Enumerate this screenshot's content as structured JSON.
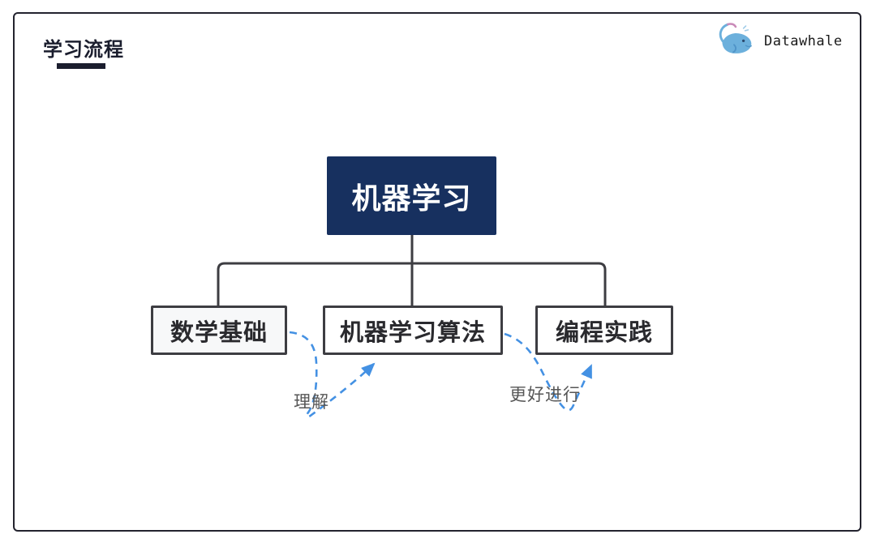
{
  "page": {
    "title": "学习流程",
    "brand": {
      "name": "Datawhale",
      "logo_icon": "whale-icon"
    }
  },
  "diagram": {
    "root": {
      "label": "机器学习"
    },
    "children": [
      {
        "label": "数学基础"
      },
      {
        "label": "机器学习算法"
      },
      {
        "label": "编程实践"
      }
    ],
    "arrows": [
      {
        "from": "数学基础",
        "to": "机器学习算法",
        "label": "理解",
        "style": "dashed-curved"
      },
      {
        "from": "机器学习算法",
        "to": "编程实践",
        "label": "更好进行",
        "style": "dashed-curved"
      }
    ]
  },
  "colors": {
    "root_box_bg": "#17305f",
    "root_box_text": "#ffffff",
    "child_box_border": "#3d3d42",
    "child_box_text": "#2a2a2e",
    "connector": "#3d3d42",
    "arrow": "#4491e3",
    "arrow_label": "#565656",
    "frame_border": "#23232e",
    "title": "#1b1e2e",
    "whale_body": "#6cb0dc",
    "whale_tail_tip": "#c98ab8"
  }
}
